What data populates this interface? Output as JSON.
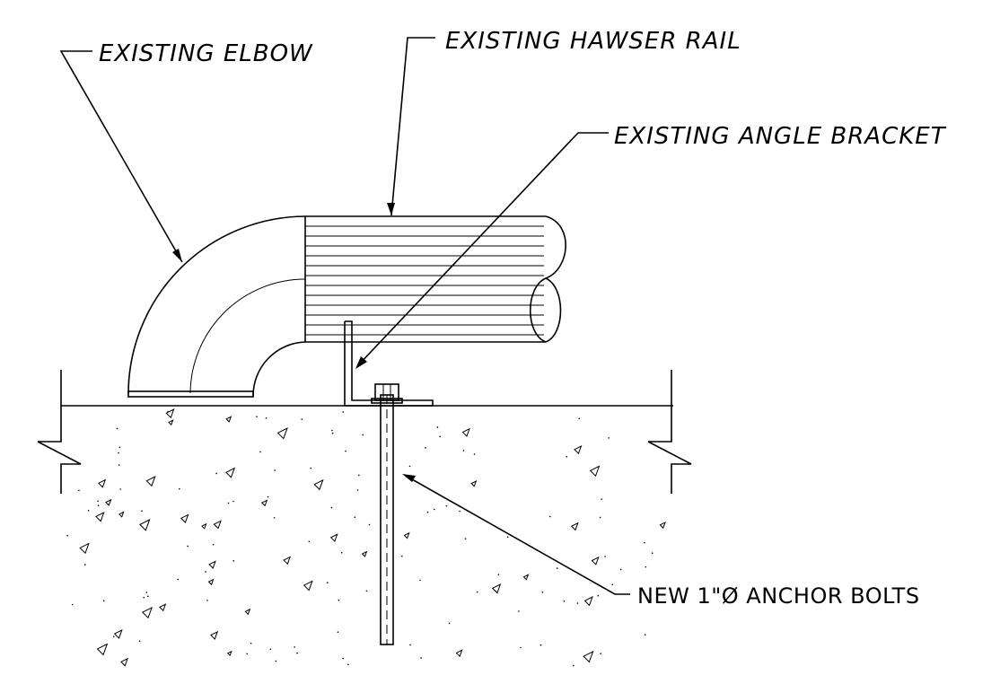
{
  "labels": {
    "elbow": "EXISTING ELBOW",
    "hawser_rail": "EXISTING HAWSER RAIL",
    "angle_bracket": "EXISTING ANGLE BRACKET",
    "anchor_bolts": "NEW 1\"Ø ANCHOR BOLTS"
  }
}
